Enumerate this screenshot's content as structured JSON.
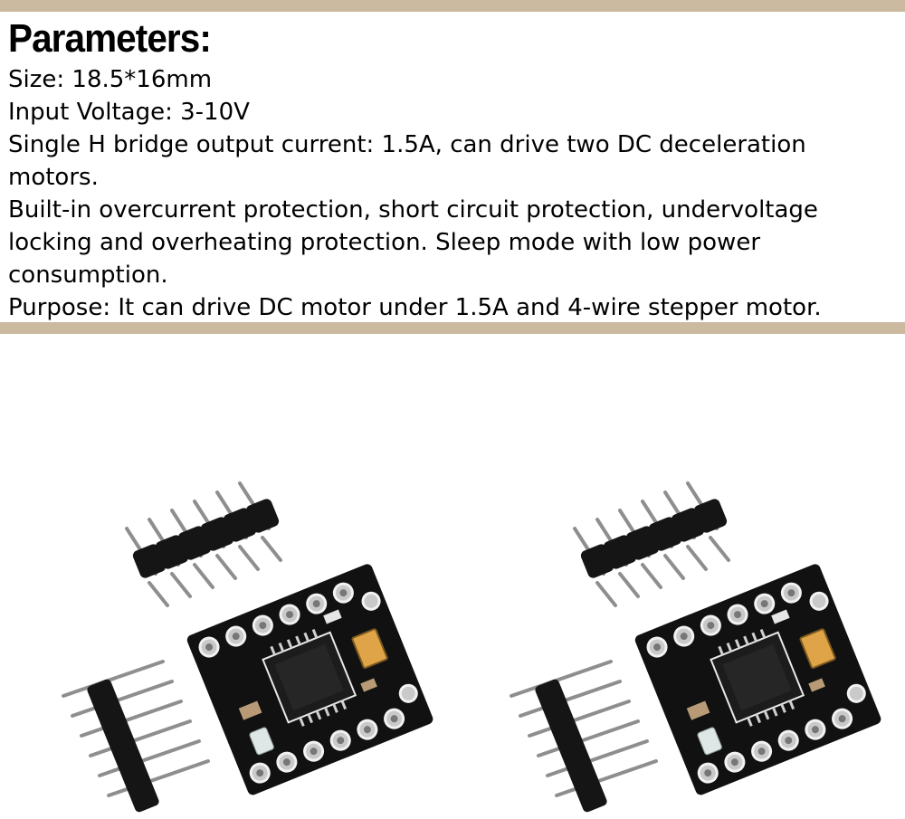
{
  "heading": "Parameters:",
  "specs": [
    "Size: 18.5*16mm",
    "Input Voltage: 3-10V",
    "Single H bridge output current: 1.5A, can drive two DC deceleration motors.",
    "Built-in overcurrent protection, short circuit protection, undervoltage locking and overheating protection. Sleep mode with low power consumption.",
    "Purpose: It can drive DC motor under 1.5A and 4-wire stepper motor."
  ],
  "colors": {
    "band": "#cbb9a0",
    "pcb": "#111111",
    "pin": "#9a9a9a"
  },
  "module_count": 2
}
